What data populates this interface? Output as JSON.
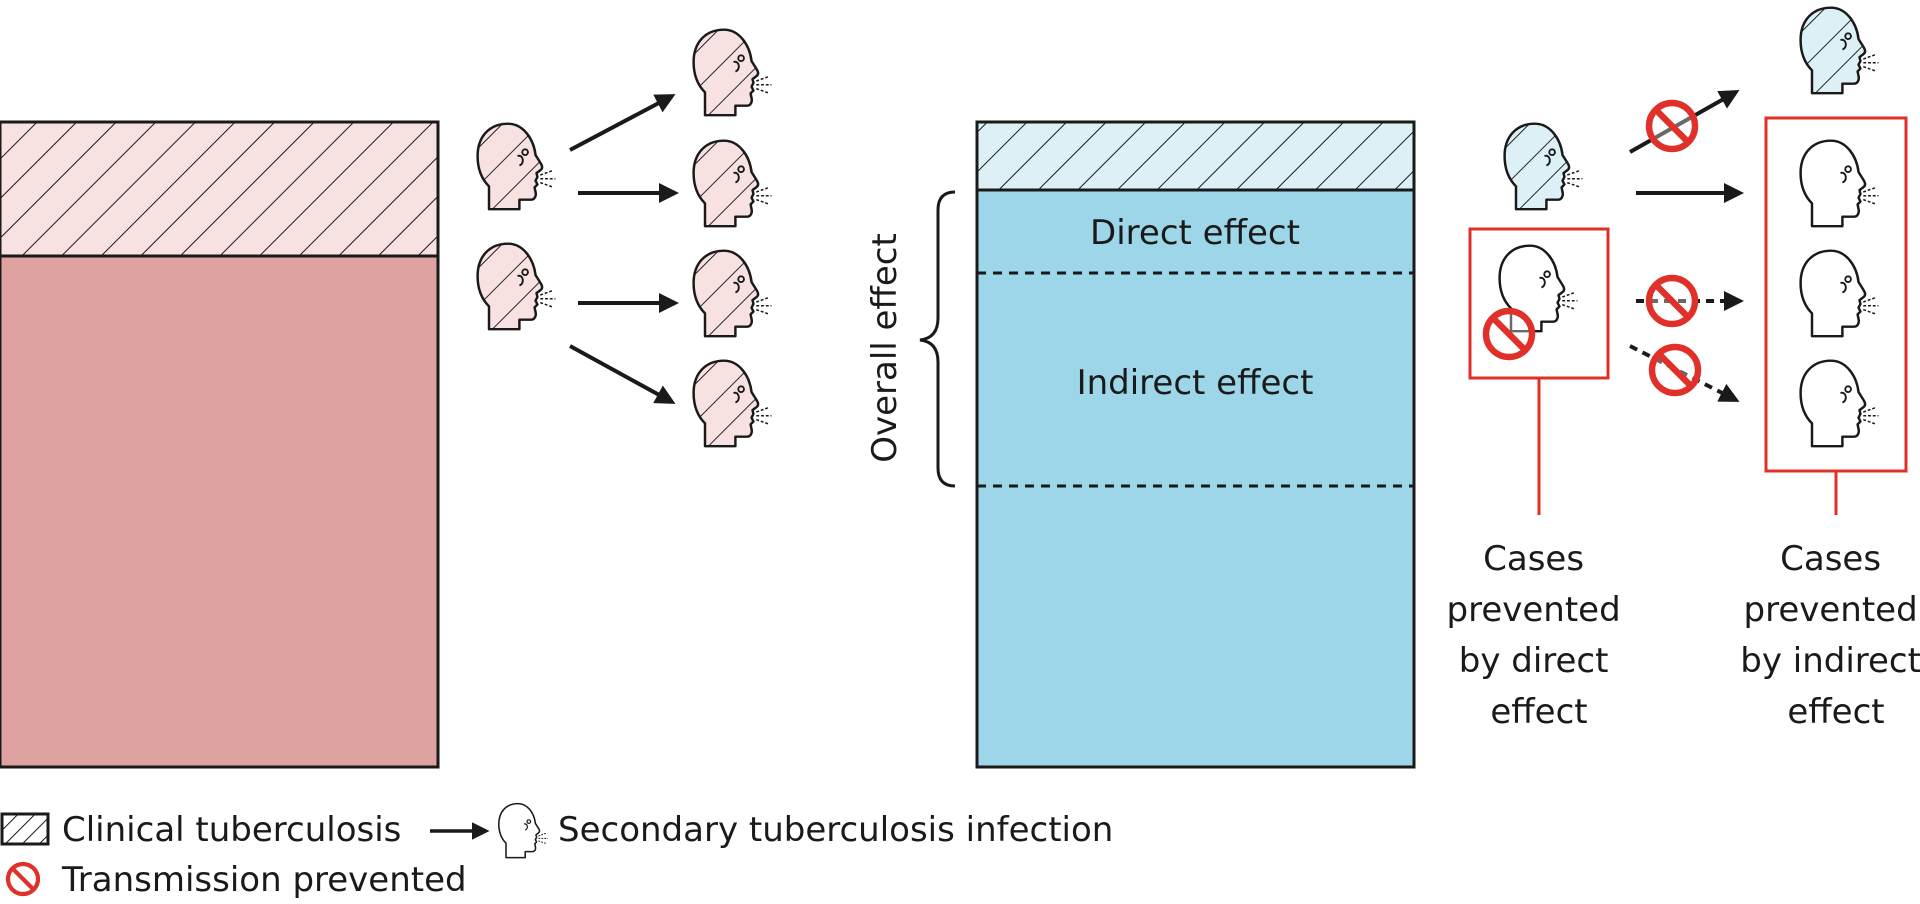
{
  "labels": {
    "direct_effect": "Direct effect",
    "indirect_effect": "Indirect effect",
    "overall_effect": "Overall effect",
    "cases_direct": [
      "Cases",
      "prevented",
      "by direct",
      "effect"
    ],
    "cases_indirect": [
      "Cases",
      "prevented",
      "by indirect",
      "effect"
    ]
  },
  "legend": {
    "clinical": "Clinical tuberculosis",
    "secondary": "Secondary tuberculosis infection",
    "prevented": "Transmission prevented"
  },
  "colors": {
    "pink_fill": "#f7e1e1",
    "rose_bar": "#dea3a0",
    "light_blue_fill": "#dcf0f6",
    "blue_bar": "#9cd6e8",
    "red": "#e0302a",
    "ink": "#1a1a1a"
  },
  "icons": {
    "head": "head-coughing-icon",
    "arrow": "arrow-icon",
    "prohibited": "prohibited-icon"
  }
}
